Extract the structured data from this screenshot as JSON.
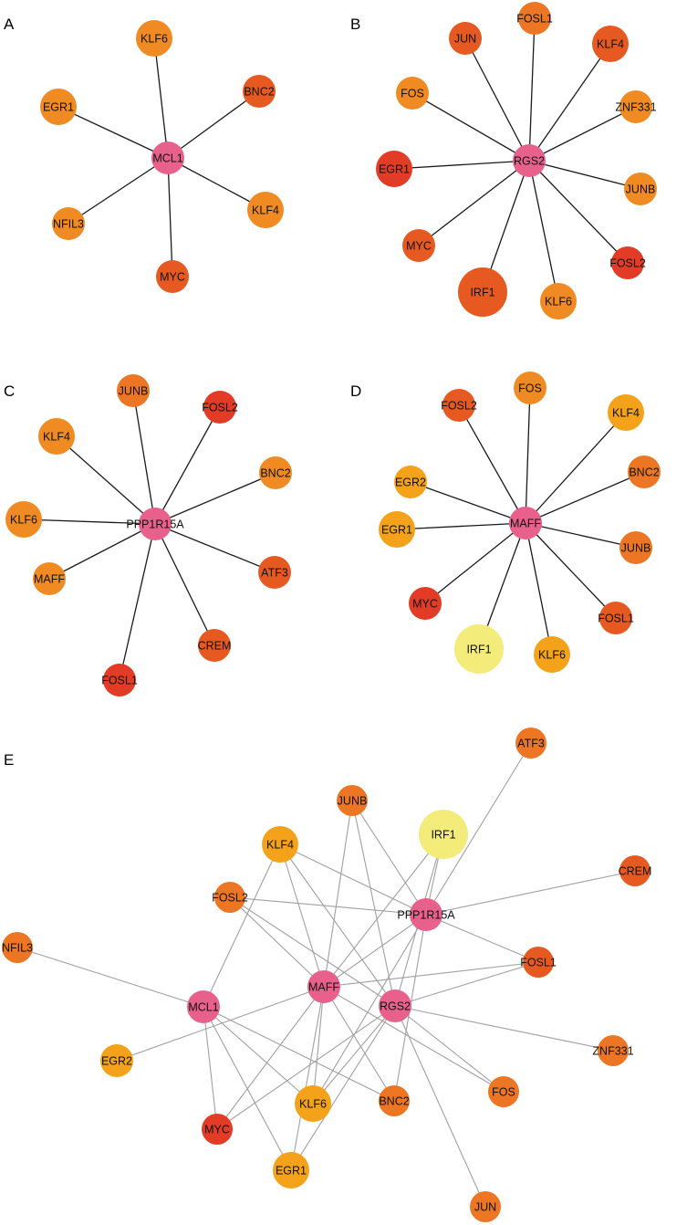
{
  "colors": {
    "hub": "#e8618c",
    "level_red": "#e23b26",
    "level_redorange": "#e65a22",
    "level_orange": "#ec7623",
    "level_lightorange": "#f08a22",
    "level_amber": "#f3a21a",
    "level_yellow": "#f3ec7b",
    "star_edge": "#1a1a1a",
    "network_edge": "#a0a0a0"
  },
  "panels": [
    {
      "label": "A",
      "hub": "MCL1",
      "neighbors": [
        {
          "name": "KLF6",
          "color": "level_lightorange"
        },
        {
          "name": "BNC2",
          "color": "level_redorange"
        },
        {
          "name": "EGR1",
          "color": "level_lightorange"
        },
        {
          "name": "KLF4",
          "color": "level_lightorange"
        },
        {
          "name": "NFIL3",
          "color": "level_lightorange"
        },
        {
          "name": "MYC",
          "color": "level_redorange"
        }
      ]
    },
    {
      "label": "B",
      "hub": "RGS2",
      "neighbors": [
        {
          "name": "JUN",
          "color": "level_redorange"
        },
        {
          "name": "FOSL1",
          "color": "level_orange"
        },
        {
          "name": "KLF4",
          "color": "level_redorange"
        },
        {
          "name": "FOS",
          "color": "level_lightorange"
        },
        {
          "name": "ZNF331",
          "color": "level_lightorange"
        },
        {
          "name": "EGR1",
          "color": "level_red"
        },
        {
          "name": "JUNB",
          "color": "level_lightorange"
        },
        {
          "name": "MYC",
          "color": "level_redorange"
        },
        {
          "name": "FOSL2",
          "color": "level_red"
        },
        {
          "name": "IRF1",
          "color": "level_redorange"
        },
        {
          "name": "KLF6",
          "color": "level_lightorange"
        }
      ]
    },
    {
      "label": "C",
      "hub": "PPP1R15A",
      "neighbors": [
        {
          "name": "JUNB",
          "color": "level_orange"
        },
        {
          "name": "FOSL2",
          "color": "level_red"
        },
        {
          "name": "KLF4",
          "color": "level_lightorange"
        },
        {
          "name": "BNC2",
          "color": "level_lightorange"
        },
        {
          "name": "KLF6",
          "color": "level_lightorange"
        },
        {
          "name": "ATF3",
          "color": "level_redorange"
        },
        {
          "name": "MAFF",
          "color": "level_lightorange"
        },
        {
          "name": "CREM",
          "color": "level_redorange"
        },
        {
          "name": "FOSL1",
          "color": "level_red"
        }
      ]
    },
    {
      "label": "D",
      "hub": "MAFF",
      "neighbors": [
        {
          "name": "FOS",
          "color": "level_lightorange"
        },
        {
          "name": "FOSL2",
          "color": "level_redorange"
        },
        {
          "name": "KLF4",
          "color": "level_amber"
        },
        {
          "name": "EGR2",
          "color": "level_amber"
        },
        {
          "name": "BNC2",
          "color": "level_orange"
        },
        {
          "name": "EGR1",
          "color": "level_amber"
        },
        {
          "name": "JUNB",
          "color": "level_orange"
        },
        {
          "name": "MYC",
          "color": "level_red"
        },
        {
          "name": "FOSL1",
          "color": "level_redorange"
        },
        {
          "name": "IRF1",
          "color": "level_yellow"
        },
        {
          "name": "KLF6",
          "color": "level_amber"
        }
      ]
    }
  ],
  "network": {
    "label": "E",
    "nodes": [
      {
        "name": "ATF3",
        "color": "level_orange"
      },
      {
        "name": "JUNB",
        "color": "level_orange"
      },
      {
        "name": "IRF1",
        "color": "level_yellow"
      },
      {
        "name": "KLF4",
        "color": "level_amber"
      },
      {
        "name": "CREM",
        "color": "level_redorange"
      },
      {
        "name": "FOSL2",
        "color": "level_orange"
      },
      {
        "name": "PPP1R15A",
        "color": "hub"
      },
      {
        "name": "NFIL3",
        "color": "level_orange"
      },
      {
        "name": "FOSL1",
        "color": "level_redorange"
      },
      {
        "name": "MAFF",
        "color": "hub"
      },
      {
        "name": "MCL1",
        "color": "hub"
      },
      {
        "name": "RGS2",
        "color": "hub"
      },
      {
        "name": "EGR2",
        "color": "level_amber"
      },
      {
        "name": "ZNF331",
        "color": "level_orange"
      },
      {
        "name": "FOS",
        "color": "level_orange"
      },
      {
        "name": "BNC2",
        "color": "level_orange"
      },
      {
        "name": "KLF6",
        "color": "level_amber"
      },
      {
        "name": "MYC",
        "color": "level_red"
      },
      {
        "name": "EGR1",
        "color": "level_amber"
      },
      {
        "name": "JUN",
        "color": "level_orange"
      }
    ],
    "edges": [
      [
        "PPP1R15A",
        "ATF3"
      ],
      [
        "PPP1R15A",
        "JUNB"
      ],
      [
        "PPP1R15A",
        "IRF1"
      ],
      [
        "PPP1R15A",
        "KLF4"
      ],
      [
        "PPP1R15A",
        "CREM"
      ],
      [
        "PPP1R15A",
        "FOSL2"
      ],
      [
        "PPP1R15A",
        "FOSL1"
      ],
      [
        "PPP1R15A",
        "MAFF"
      ],
      [
        "PPP1R15A",
        "BNC2"
      ],
      [
        "PPP1R15A",
        "KLF6"
      ],
      [
        "MAFF",
        "JUNB"
      ],
      [
        "MAFF",
        "IRF1"
      ],
      [
        "MAFF",
        "KLF4"
      ],
      [
        "MAFF",
        "FOSL2"
      ],
      [
        "MAFF",
        "FOSL1"
      ],
      [
        "MAFF",
        "EGR2"
      ],
      [
        "MAFF",
        "FOS"
      ],
      [
        "MAFF",
        "BNC2"
      ],
      [
        "MAFF",
        "KLF6"
      ],
      [
        "MAFF",
        "MYC"
      ],
      [
        "MAFF",
        "EGR1"
      ],
      [
        "RGS2",
        "JUNB"
      ],
      [
        "RGS2",
        "KLF4"
      ],
      [
        "RGS2",
        "FOSL2"
      ],
      [
        "RGS2",
        "FOSL1"
      ],
      [
        "RGS2",
        "ZNF331"
      ],
      [
        "RGS2",
        "FOS"
      ],
      [
        "RGS2",
        "KLF6"
      ],
      [
        "RGS2",
        "MYC"
      ],
      [
        "RGS2",
        "EGR1"
      ],
      [
        "RGS2",
        "JUN"
      ],
      [
        "RGS2",
        "IRF1"
      ],
      [
        "MCL1",
        "KLF4"
      ],
      [
        "MCL1",
        "NFIL3"
      ],
      [
        "MCL1",
        "BNC2"
      ],
      [
        "MCL1",
        "KLF6"
      ],
      [
        "MCL1",
        "MYC"
      ],
      [
        "MCL1",
        "EGR1"
      ]
    ]
  }
}
